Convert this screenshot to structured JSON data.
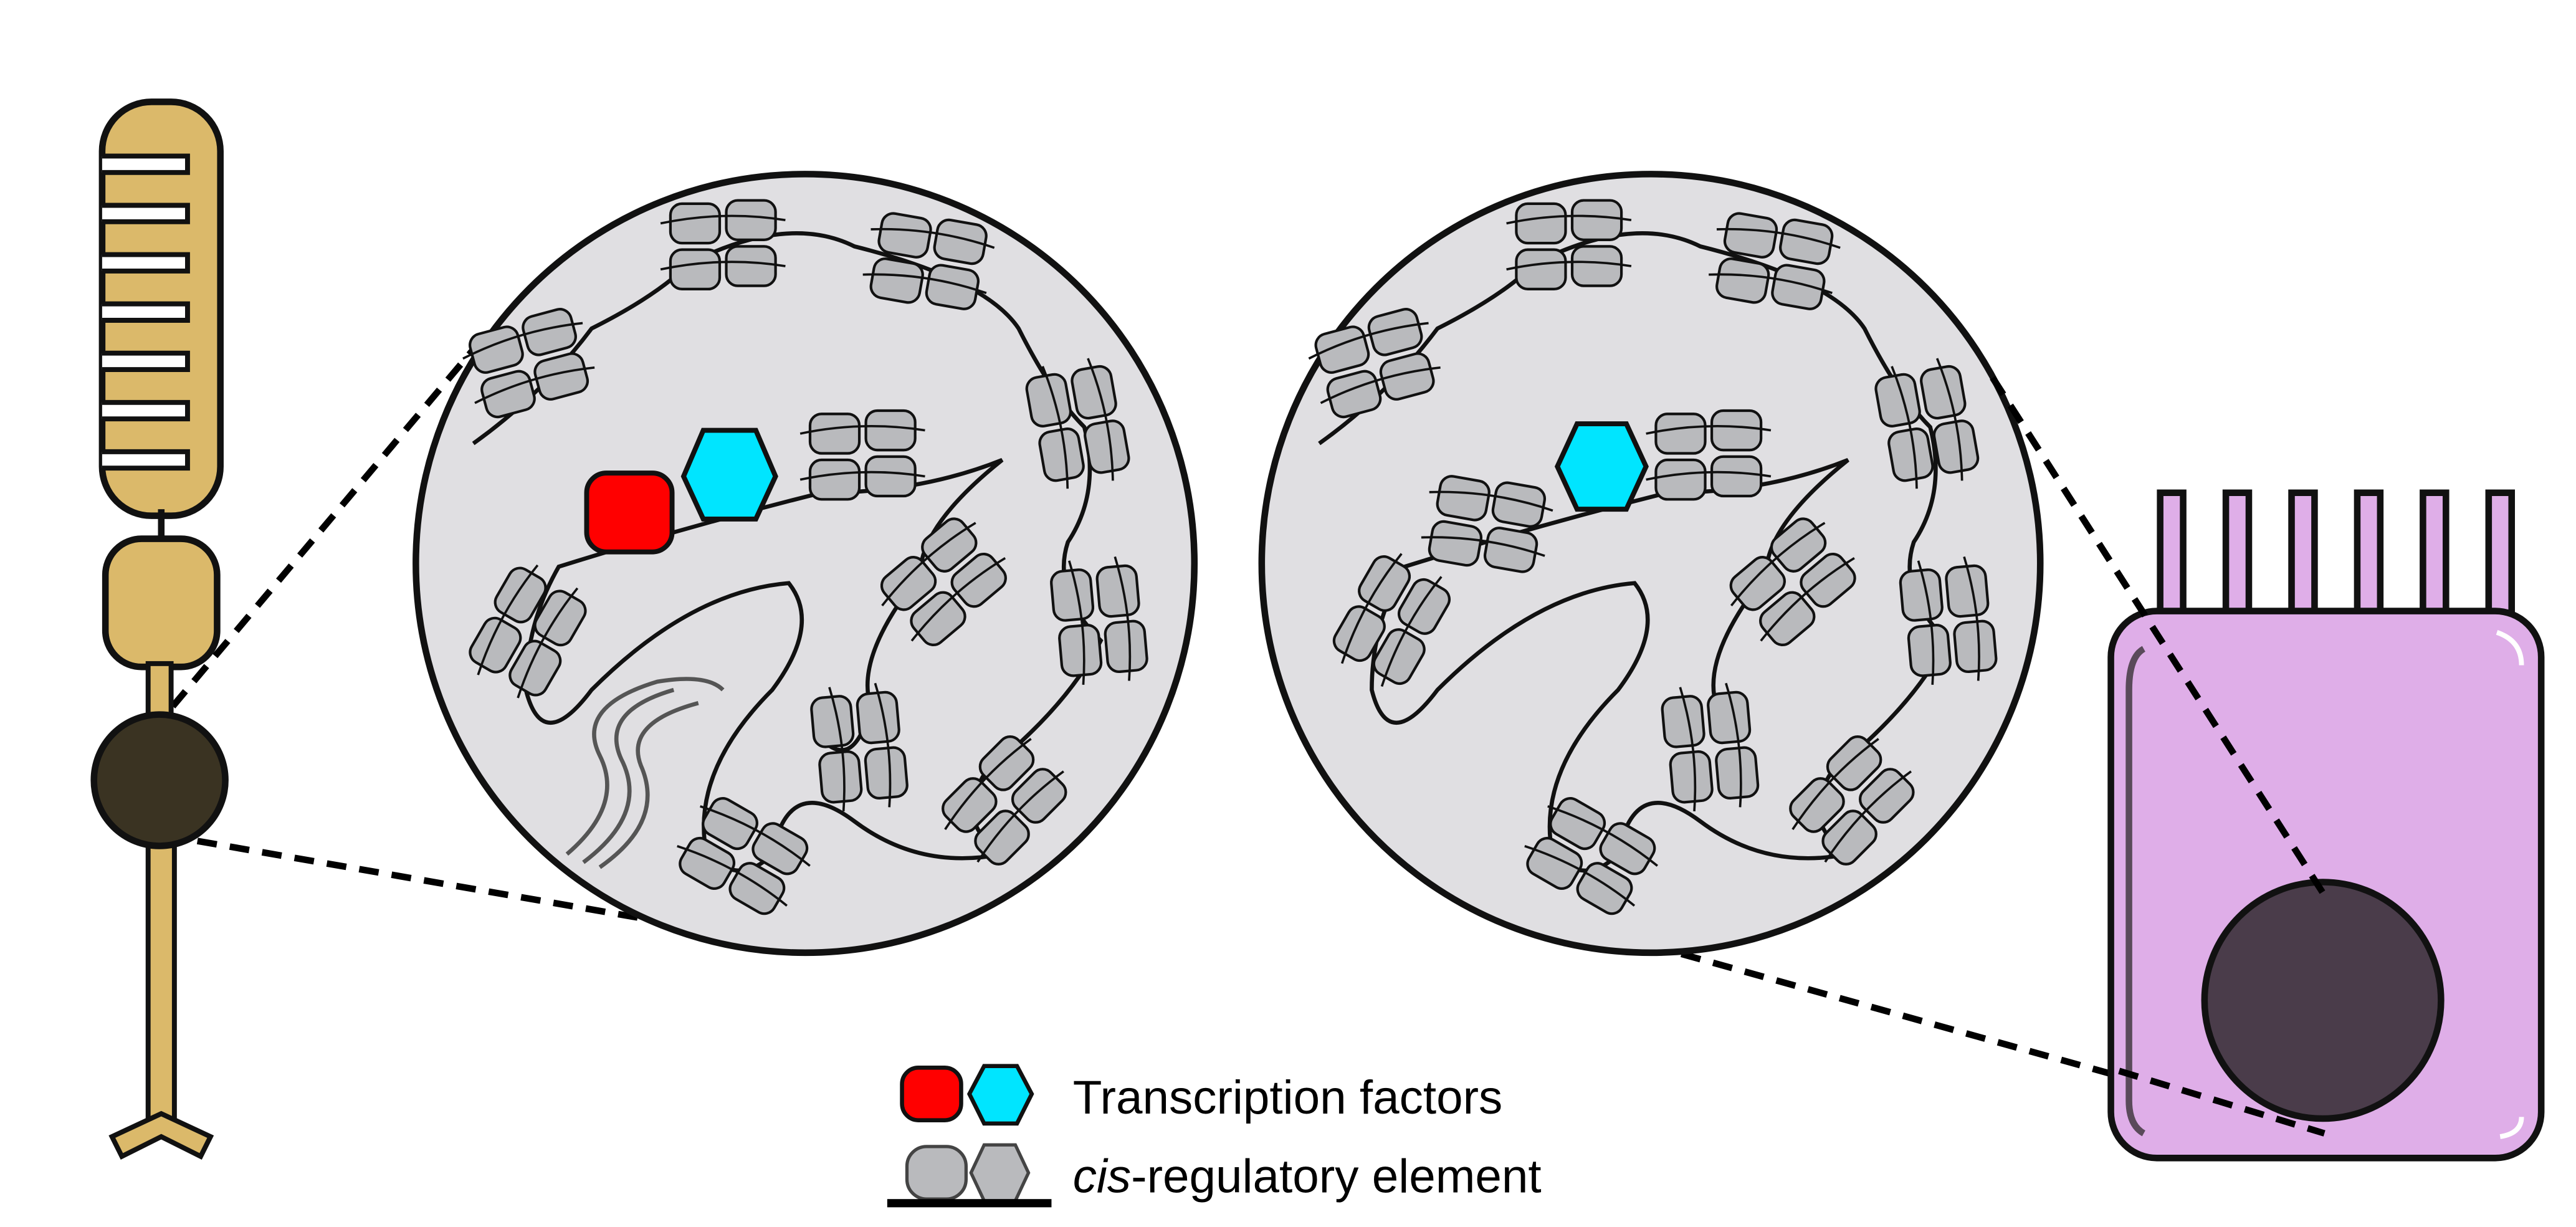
{
  "colors": {
    "rod_cell": "#dbb96a",
    "rod_nucleus": "#3a3322",
    "epithelial_cell": "#dfaee8",
    "epithelial_nucleus": "#4a3c4a",
    "nucleus_bg": "#e0dfe2",
    "tf_red": "#ff0000",
    "tf_cyan": "#00e5ff",
    "cre_gray": "#b9babd"
  },
  "legend": {
    "items": [
      {
        "label": "Transcription factors"
      },
      {
        "prefix": "cis",
        "suffix": "-regulatory element"
      }
    ]
  }
}
